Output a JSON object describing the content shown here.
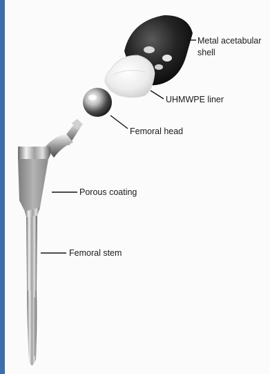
{
  "labels": {
    "shell_line1": "Metal acetabular",
    "shell_line2": "shell",
    "liner": "UHMWPE liner",
    "head": "Femoral head",
    "coating": "Porous coating",
    "stem": "Femoral stem"
  },
  "colors": {
    "frame_accent": "#3a6fae"
  }
}
